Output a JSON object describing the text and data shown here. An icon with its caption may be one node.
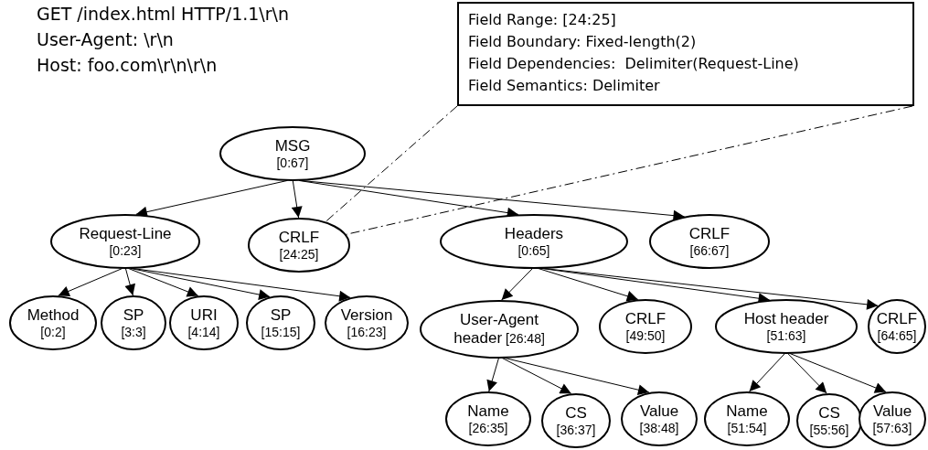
{
  "diagram": {
    "nodes": [
      {
        "text": [
          "Field Range: [24:25]",
          "Field Boundary: Fixed-length(2)",
          "Field Dependencies:  Delimiter(Request-Line)",
          "Field Semantics: Delimiter"
        ]
      },
      {
        "text": [
          "MSG",
          "[0:67]"
        ]
      },
      {
        "text": [
          "Request-Line",
          "[0:23]"
        ]
      },
      {
        "text": [
          "CRLF",
          "[24:25]"
        ]
      },
      {
        "text": [
          "Headers",
          "[0:65]"
        ]
      },
      {
        "text": [
          "CRLF",
          "[66:67]"
        ]
      },
      {
        "text": [
          "Method",
          "[0:2]"
        ]
      },
      {
        "text": [
          "SP",
          "[3:3]"
        ]
      },
      {
        "text": [
          "URI",
          "[4:14]"
        ]
      },
      {
        "text": [
          "SP",
          "[15:15]"
        ]
      },
      {
        "text": [
          "Version",
          "[16:23]"
        ]
      },
      {
        "text": [
          "User-Agent header",
          "[26:48]"
        ]
      },
      {
        "text": [
          "CRLF",
          "[49:50]"
        ]
      },
      {
        "text": [
          "Host header",
          "[51:63]"
        ]
      },
      {
        "text": [
          "CRLF",
          "[64:65]"
        ]
      },
      {
        "text": [
          "Name",
          "[26:35]"
        ]
      },
      {
        "text": [
          "CS",
          "[36:37]"
        ]
      },
      {
        "text": [
          "Value",
          "[38:48]"
        ]
      },
      {
        "text": [
          "Name",
          "[51:54]"
        ]
      },
      {
        "text": [
          "CS",
          "[55:56]"
        ]
      },
      {
        "text": [
          "Value",
          "[57:63]"
        ]
      }
    ],
    "edges": [
      {
        "from": 1,
        "to": 2,
        "arrow": "to"
      },
      {
        "from": 1,
        "to": 3,
        "arrow": "to"
      },
      {
        "from": 1,
        "to": 4,
        "arrow": "to"
      },
      {
        "from": 1,
        "to": 5,
        "arrow": "to"
      },
      {
        "from": 2,
        "to": 6,
        "arrow": "to"
      },
      {
        "from": 2,
        "to": 7,
        "arrow": "to"
      },
      {
        "from": 2,
        "to": 8,
        "arrow": "to"
      },
      {
        "from": 2,
        "to": 9,
        "arrow": "to"
      },
      {
        "from": 2,
        "to": 10,
        "arrow": "to"
      },
      {
        "from": 4,
        "to": 11,
        "arrow": "to"
      },
      {
        "from": 4,
        "to": 12,
        "arrow": "to"
      },
      {
        "from": 4,
        "to": 13,
        "arrow": "to"
      },
      {
        "from": 4,
        "to": 14,
        "arrow": "to"
      },
      {
        "from": 11,
        "to": 15,
        "arrow": "to"
      },
      {
        "from": 11,
        "to": 16,
        "arrow": "to"
      },
      {
        "from": 11,
        "to": 17,
        "arrow": "to"
      },
      {
        "from": 13,
        "to": 18,
        "arrow": "to"
      },
      {
        "from": 13,
        "to": 19,
        "arrow": "to"
      },
      {
        "from": 13,
        "to": 20,
        "arrow": "to"
      },
      {
        "from": 0,
        "to": 3,
        "arrow": "none",
        "style": "dashed"
      },
      {
        "from": 0,
        "to": 3,
        "arrow": "none",
        "style": "dashed"
      }
    ],
    "labels": [
      "GET /index.html HTTP/1.1\\r\\n",
      "User-Agent: \\r\\n",
      "Host: foo.com\\r\\n\\r\\n"
    ]
  }
}
